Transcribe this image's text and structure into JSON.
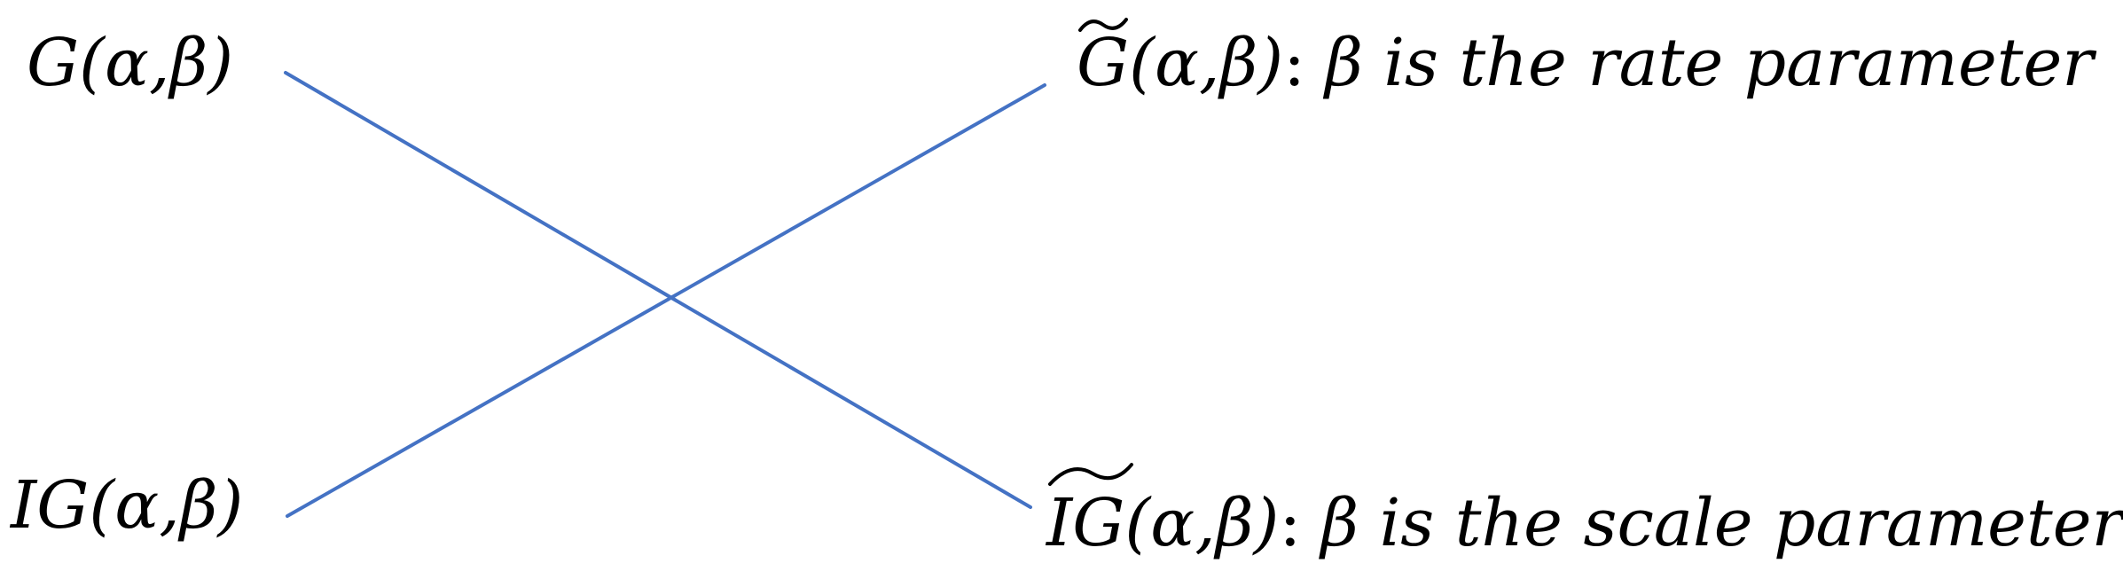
{
  "left_column": {
    "top_label": {
      "symbol": "G",
      "args": "(α,β)"
    },
    "bottom_label": {
      "symbol": "IG",
      "args": "(α,β)"
    }
  },
  "right_column": {
    "top_label": {
      "symbol": "G",
      "args": "(α,β)",
      "separator": ":",
      "description": "β is the rate parameter"
    },
    "bottom_label": {
      "symbol": "IG",
      "args": "(α,β)",
      "separator": ":",
      "description": "β is the scale parameter"
    }
  },
  "colors": {
    "connector": "#4472c4",
    "text": "#000000",
    "background": "#ffffff"
  },
  "icons": {
    "tilde_top": "tilde-accent-icon",
    "tilde_bottom": "wide-tilde-accent-icon"
  }
}
